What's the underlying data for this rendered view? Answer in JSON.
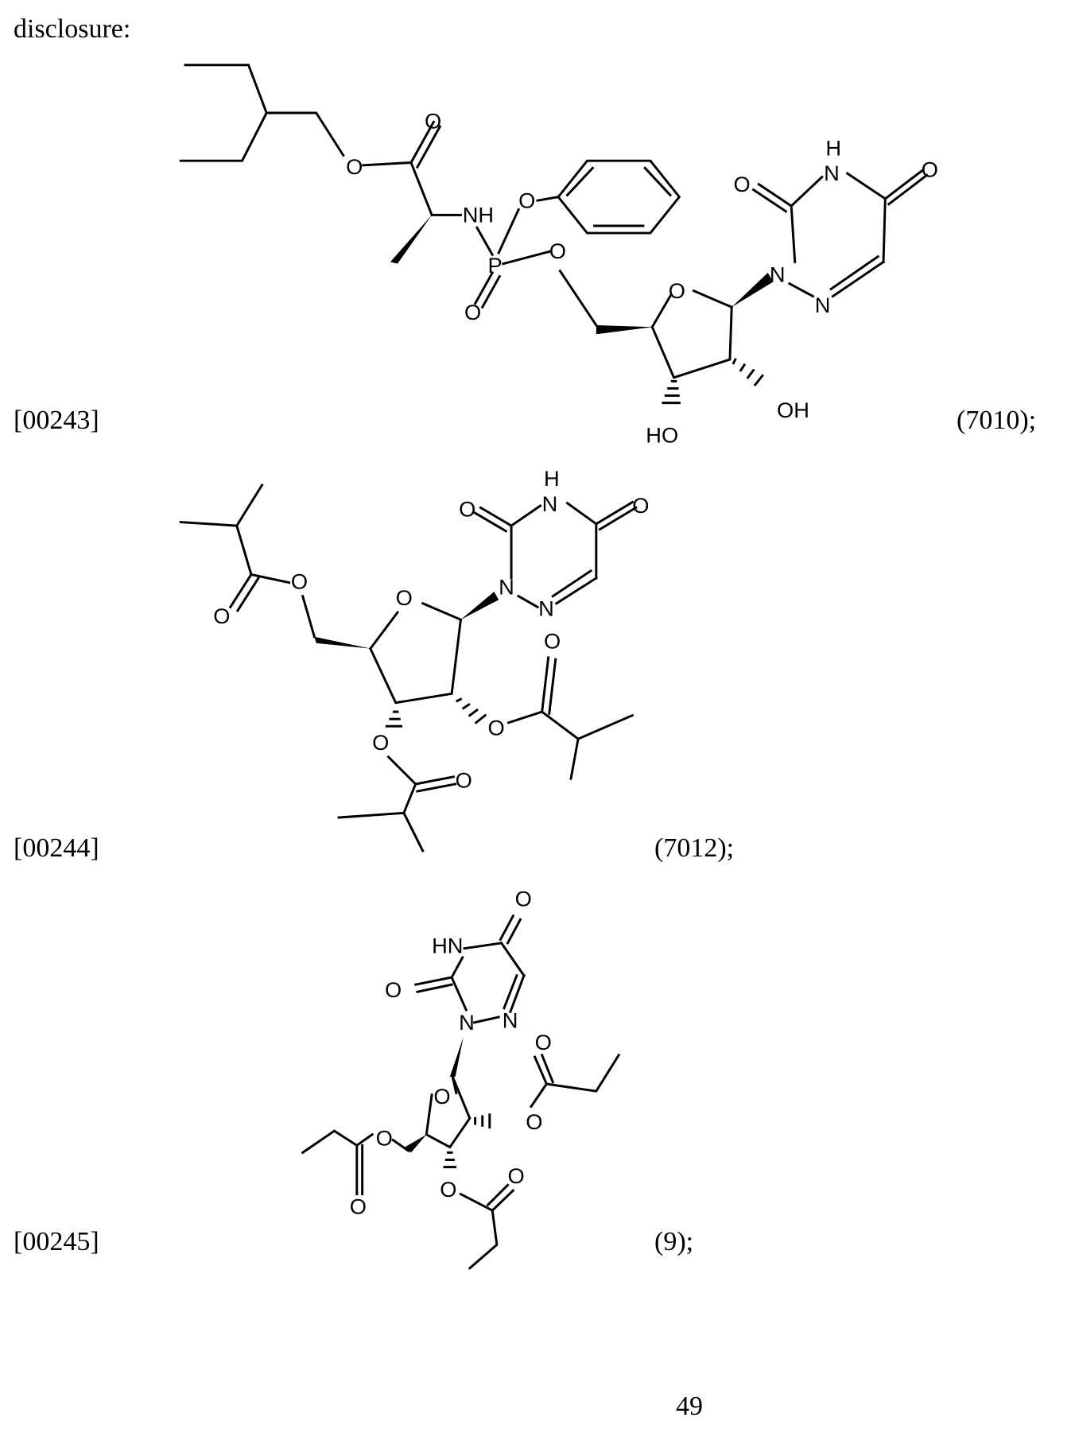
{
  "page": {
    "intro_text": "disclosure:",
    "page_number": "49"
  },
  "compounds": [
    {
      "paragraph": "[00243]",
      "label": "(7010);"
    },
    {
      "paragraph": "[00244]",
      "label": "(7012);"
    },
    {
      "paragraph": "[00245]",
      "label": "(9);"
    }
  ],
  "atom_labels": {
    "O": "O",
    "NH": "NH",
    "HN": "HN",
    "H": "H",
    "N": "N",
    "P": "P",
    "OH": "OH",
    "HO": "HO"
  }
}
